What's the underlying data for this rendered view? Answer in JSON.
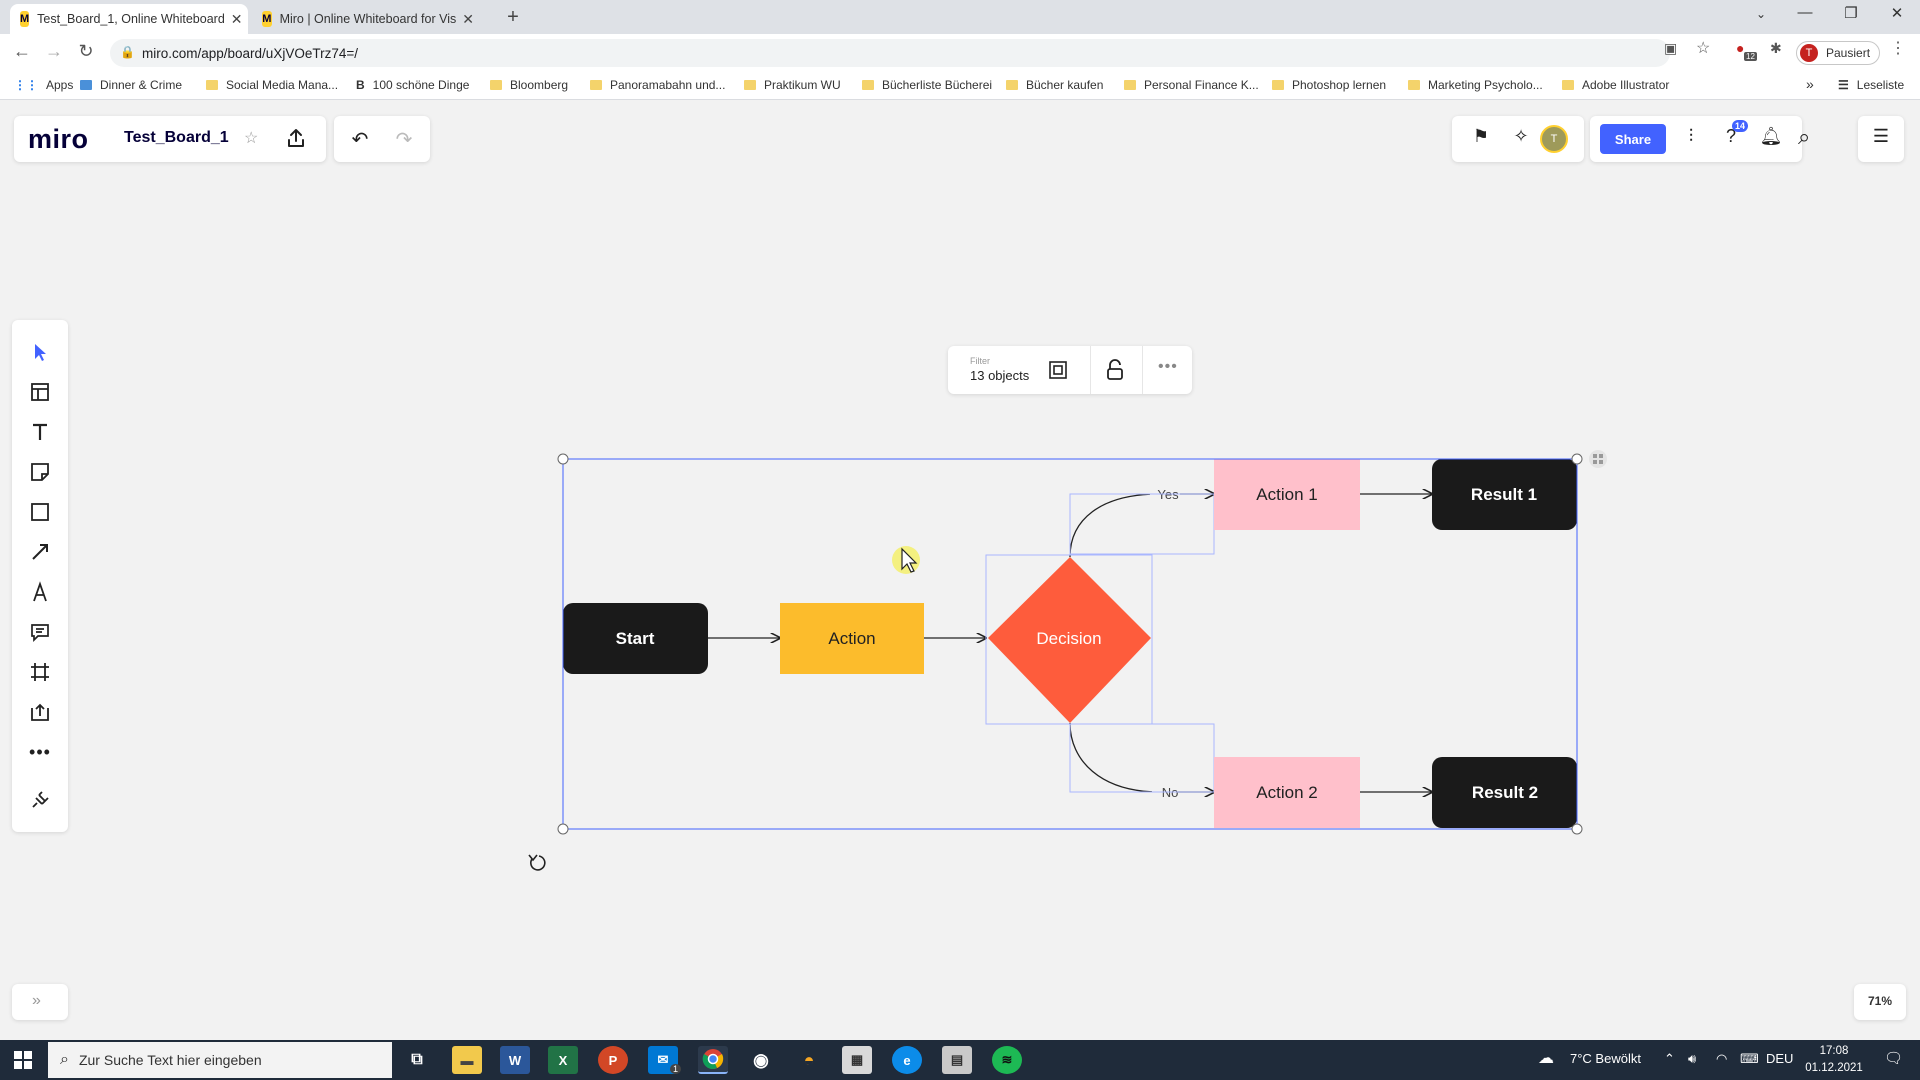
{
  "browser": {
    "tabs": [
      {
        "title": "Test_Board_1, Online Whiteboard",
        "active": true
      },
      {
        "title": "Miro | Online Whiteboard for Vis",
        "active": false
      }
    ],
    "url": "miro.com/app/board/uXjVOeTrz74=/",
    "profile_label": "Pausiert",
    "profile_initial": "T",
    "extension_badge": "12",
    "bookmarks": [
      "Apps",
      "Dinner & Crime",
      "Social Media Mana...",
      "100 schöne Dinge",
      "Bloomberg",
      "Panoramabahn und...",
      "Praktikum WU",
      "Bücherliste Bücherei",
      "Bücher kaufen",
      "Personal Finance K...",
      "Photoshop lernen",
      "Marketing Psycholo...",
      "Adobe Illustrator"
    ],
    "reading_list": "Leseliste",
    "more_bookmarks": "»"
  },
  "miro": {
    "logo": "miro",
    "board_title": "Test_Board_1",
    "share_label": "Share",
    "help_badge": "14",
    "collaborator_initial": "T",
    "zoom_level": "71%",
    "context_toolbar": {
      "caption": "Filter",
      "count": "13 objects"
    },
    "colors": {
      "accent": "#4262ff",
      "action": "#fcbc2c",
      "decision": "#fe5c3c",
      "pink": "#ffc0cb",
      "dark": "#1a1a1a",
      "selection": "#4262ff"
    }
  },
  "diagram": {
    "start": "Start",
    "action": "Action",
    "decision": "Decision",
    "action1": "Action 1",
    "action2": "Action 2",
    "result1": "Result 1",
    "result2": "Result 2",
    "yes_label": "Yes",
    "no_label": "No"
  },
  "taskbar": {
    "search_placeholder": "Zur Suche Text hier eingeben",
    "weather": "7°C  Bewölkt",
    "language": "DEU",
    "time": "17:08",
    "date": "01.12.2021",
    "mail_badge": "1"
  }
}
